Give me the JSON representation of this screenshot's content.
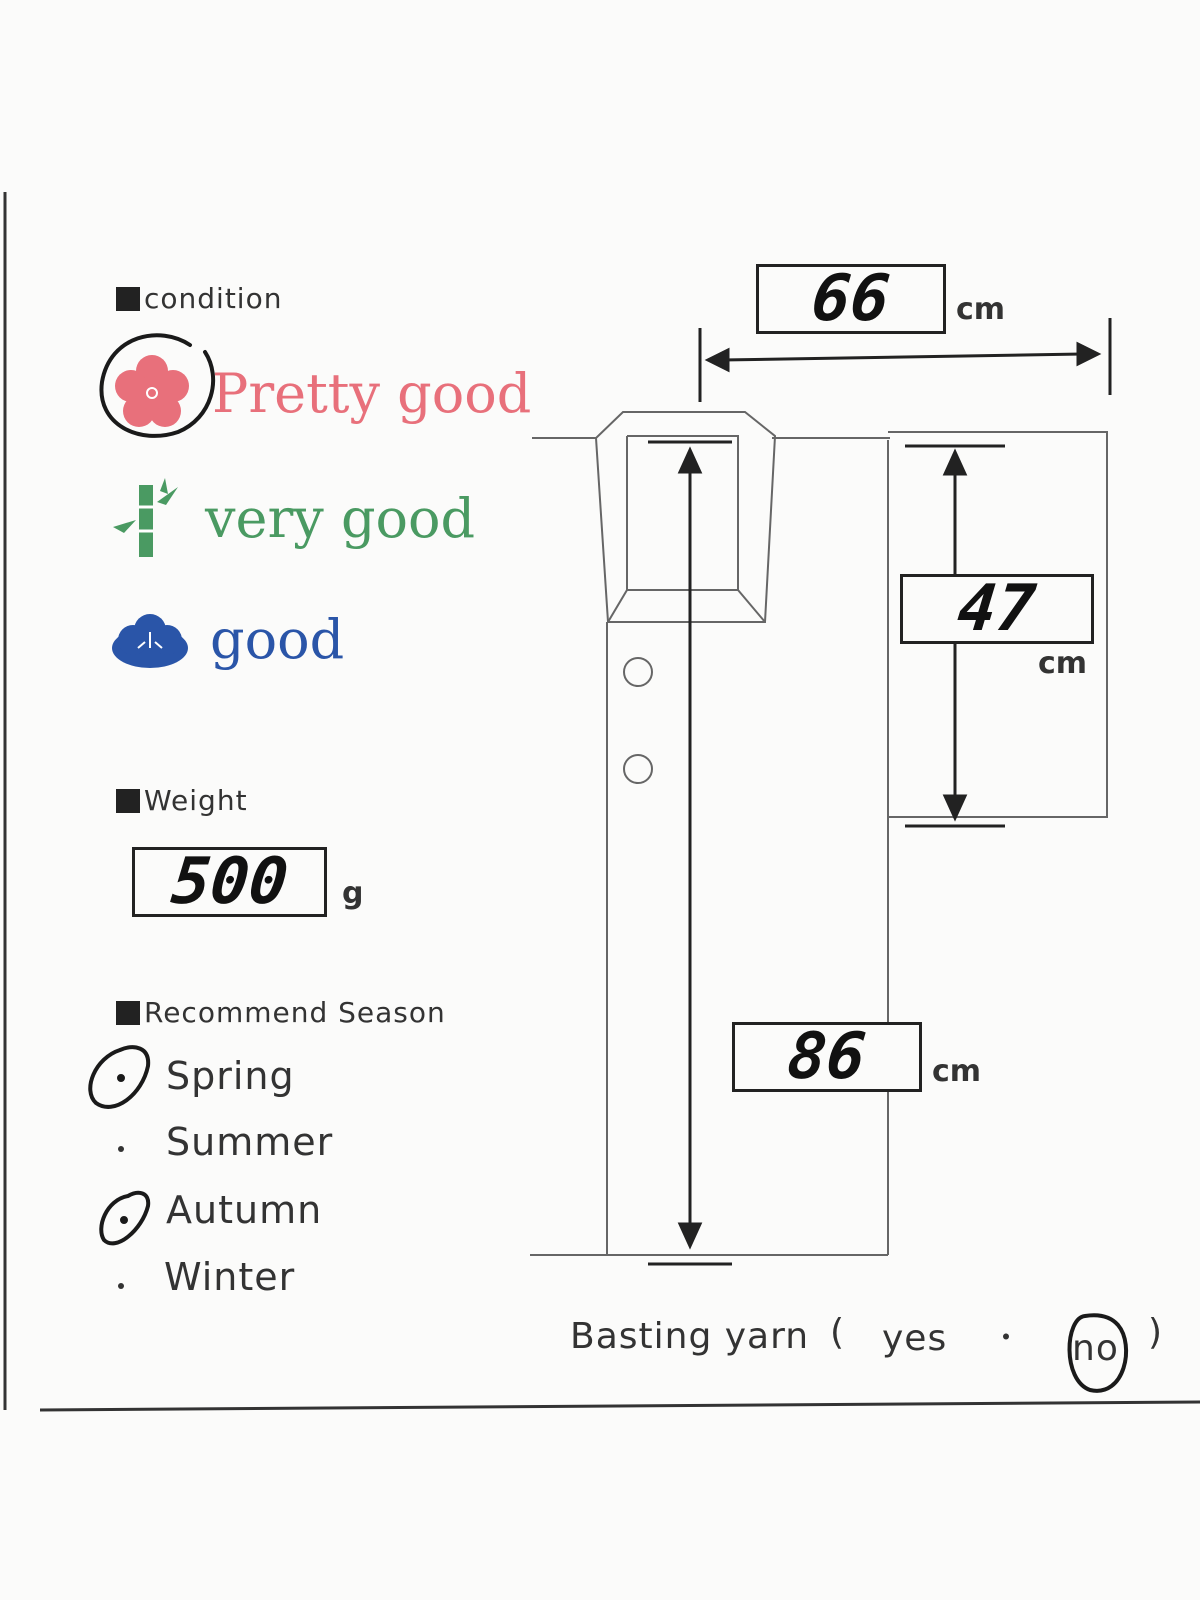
{
  "condition": {
    "label": "condition",
    "options": [
      {
        "text": "Pretty good",
        "color": "#e8707b",
        "selected": true
      },
      {
        "text": "very good",
        "color": "#4a9a62",
        "selected": false
      },
      {
        "text": "good",
        "color": "#2a55a8",
        "selected": false
      }
    ]
  },
  "weight": {
    "label": "Weight",
    "value": "500",
    "unit": "g"
  },
  "season": {
    "label": "Recommend Season",
    "options": [
      {
        "text": "Spring",
        "selected": true
      },
      {
        "text": "Summer",
        "selected": false
      },
      {
        "text": "Autumn",
        "selected": true
      },
      {
        "text": "Winter",
        "selected": false
      }
    ]
  },
  "measurements": {
    "width": {
      "value": "66",
      "unit": "cm"
    },
    "sleeve": {
      "value": "47",
      "unit": "cm"
    },
    "length": {
      "value": "86",
      "unit": "cm"
    }
  },
  "basting": {
    "label": "Basting yarn",
    "open": "(",
    "yes": "yes",
    "sep": "・",
    "no": "no",
    "close": ")",
    "selected": "no"
  },
  "colors": {
    "ink": "#222222",
    "pink": "#e8707b",
    "green": "#4a9a62",
    "blue": "#2a55a8"
  }
}
